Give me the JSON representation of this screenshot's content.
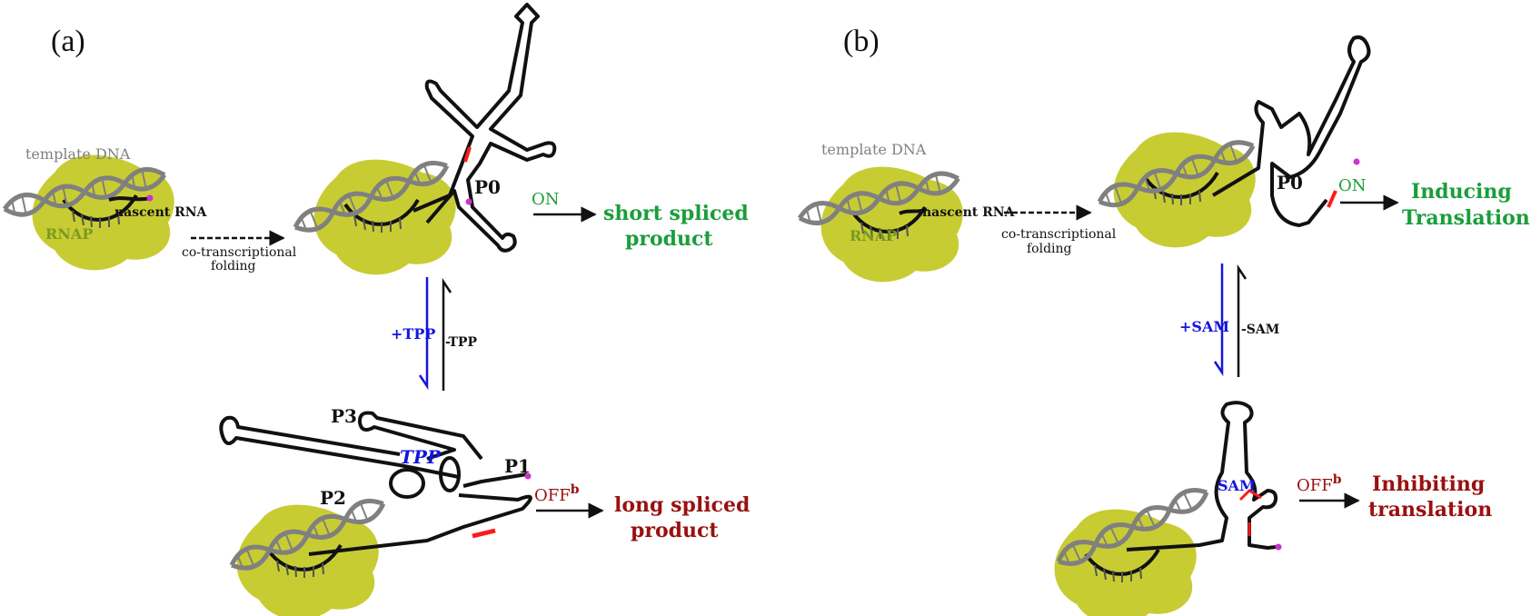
{
  "panels": {
    "a": {
      "label": "(a)",
      "template_dna": "template DNA",
      "nascent_rna": "nascent RNA",
      "rnap": "RNAP",
      "cotrans_line1": "co-transcriptional",
      "cotrans_line2": "folding",
      "p0": "P0",
      "on": "ON",
      "on_result_line1": "short spliced",
      "on_result_line2": "product",
      "plus_ligand": "+TPP",
      "minus_ligand": "-TPP",
      "p1": "P1",
      "p2": "P2",
      "p3": "P3",
      "ligand_bound": "TPP",
      "off": "OFF",
      "off_sup": "b",
      "off_result_line1": "long spliced",
      "off_result_line2": "product"
    },
    "b": {
      "label": "(b)",
      "template_dna": "template DNA",
      "nascent_rna": "nascent RNA",
      "rnap": "RNAP",
      "cotrans_line1": "co-transcriptional",
      "cotrans_line2": "folding",
      "p0": "P0",
      "on": "ON",
      "on_result_line1": "Inducing",
      "on_result_line2": "Translation",
      "plus_ligand": "+SAM",
      "minus_ligand": "-SAM",
      "ligand_bound": "SAM",
      "off": "OFF",
      "off_sup": "b",
      "off_result_line1": "Inhibiting",
      "off_result_line2": "translation"
    }
  },
  "colors": {
    "rnap": "#c8cc33",
    "dna": "#808080",
    "rna": "#111111",
    "highlight": "#ff1a1a",
    "end_dot": "#cc33cc",
    "ligand": "#1414e0",
    "on": "#1a9e3a",
    "off": "#9a1010"
  }
}
